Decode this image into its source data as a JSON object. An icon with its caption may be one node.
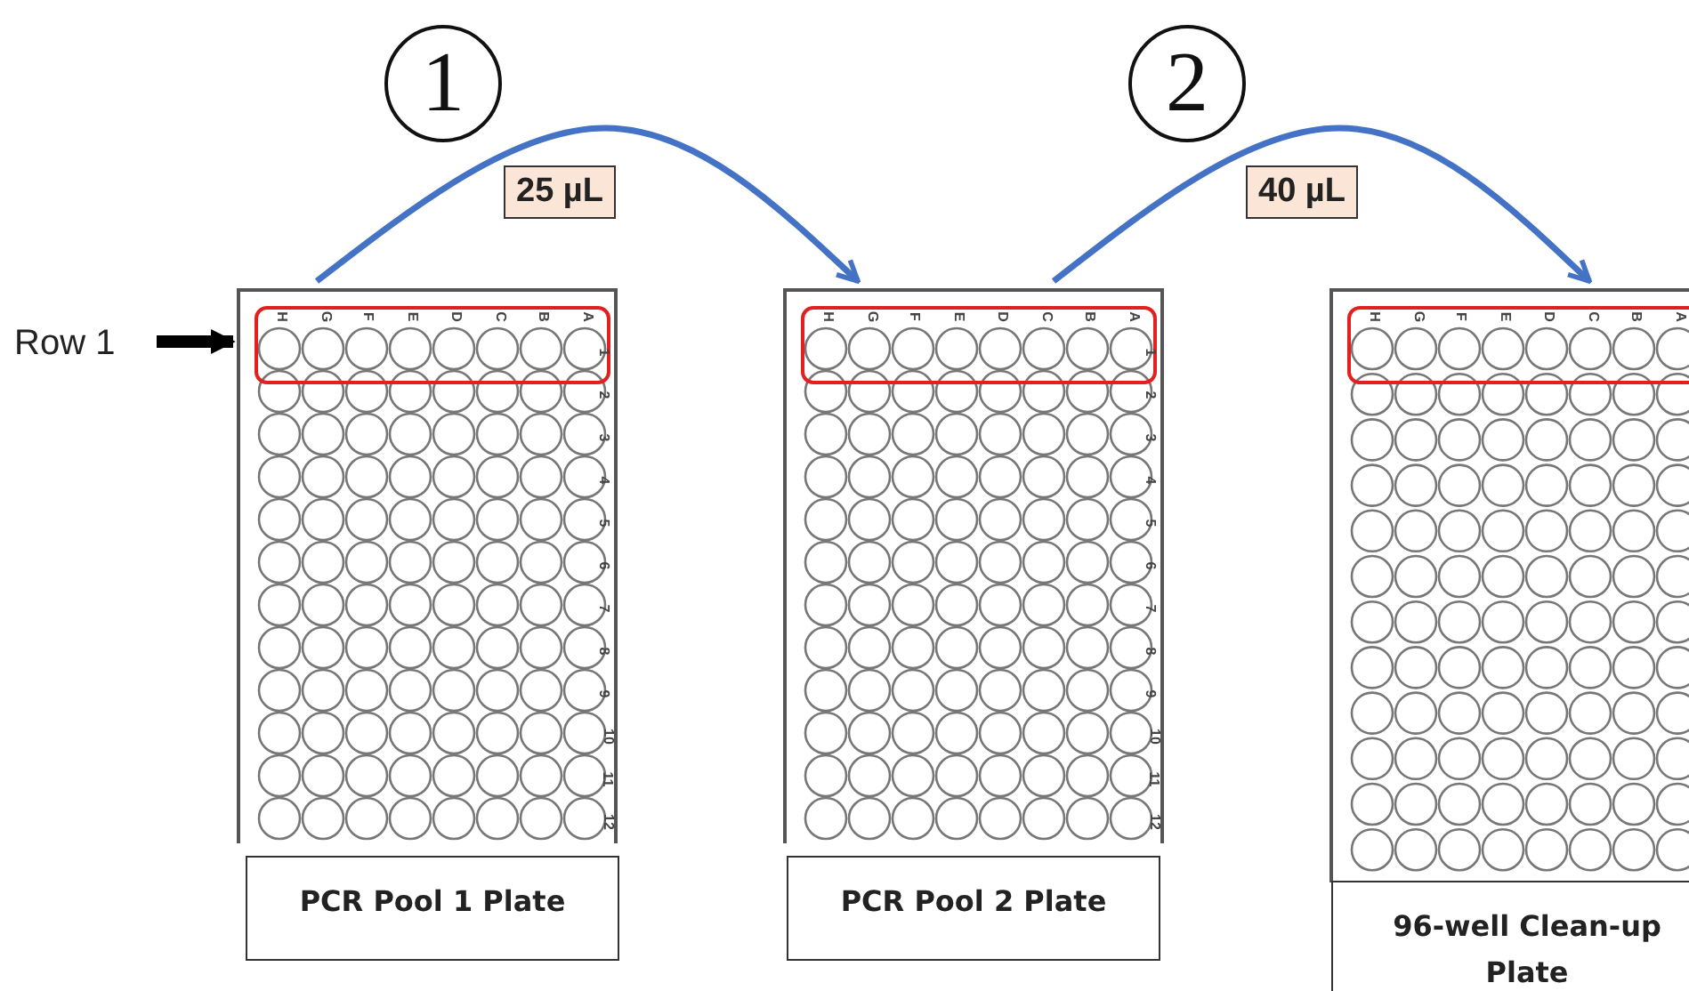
{
  "diagram": {
    "nodes": [
      {
        "text": [
          "Row 1"
        ]
      },
      {
        "text": [],
        "shape": "box"
      },
      {
        "text": [],
        "shape": "box",
        "in": 1
      },
      {
        "text": [
          "PCR Pool 1 Plate"
        ]
      },
      {
        "text": [],
        "shape": "box"
      },
      {
        "text": [],
        "shape": "box",
        "in": 4
      },
      {
        "text": [
          "PCR Pool 2 Plate"
        ]
      },
      {
        "text": [],
        "shape": "box"
      },
      {
        "text": [],
        "shape": "box",
        "in": 7
      },
      {
        "text": [
          "96-well Clean-up Plate"
        ]
      }
    ],
    "edges": [
      {
        "from": 0,
        "to": 2,
        "arrow": "to",
        "style": "thick",
        "color": "#000000"
      },
      {
        "from": 1,
        "to": 4,
        "arrow": "to",
        "label": "25 µL"
      },
      {
        "from": 4,
        "to": 7,
        "arrow": "to",
        "label": "40 µL"
      }
    ],
    "labels": [
      "1",
      "2",
      "H",
      "G",
      "F",
      "E",
      "D",
      "C",
      "B",
      "A",
      "1",
      "2",
      "3",
      "4",
      "5",
      "6",
      "7",
      "8",
      "9",
      "10",
      "11",
      "12",
      "H",
      "G",
      "F",
      "E",
      "D",
      "C",
      "B",
      "A",
      "1",
      "2",
      "3",
      "4",
      "5",
      "6",
      "7",
      "8",
      "9",
      "10",
      "11",
      "12",
      "H",
      "G",
      "F",
      "E",
      "D",
      "C",
      "B",
      "A"
    ]
  }
}
